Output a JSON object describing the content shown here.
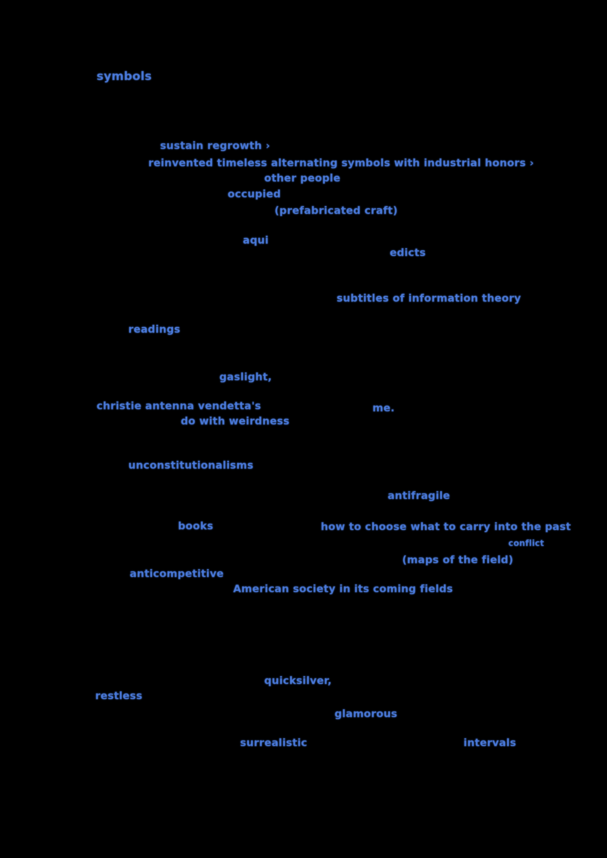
{
  "page": {
    "background_color": "#000000",
    "link_color": "#4b7de1",
    "description": "Document page rendered on black; only blue hyperlink text fragments are visible (body text invisible against background)."
  },
  "fragments": [
    {
      "text": "symbols"
    },
    {
      "text": "sustain regrowth ›"
    },
    {
      "text": "reinvented timeless alternating symbols with industrial honors ›"
    },
    {
      "text": "other people"
    },
    {
      "text": "occupied"
    },
    {
      "text": "(prefabricated craft)"
    },
    {
      "text": "aqui"
    },
    {
      "text": "edicts"
    },
    {
      "text": "subtitles of information theory"
    },
    {
      "text": "readings"
    },
    {
      "text": "gaslight,"
    },
    {
      "text": "christie antenna vendetta's"
    },
    {
      "text": "me."
    },
    {
      "text": "do with weirdness"
    },
    {
      "text": "unconstitutionalisms"
    },
    {
      "text": "antifragile"
    },
    {
      "text": "books"
    },
    {
      "text": "how to choose what to carry into the past"
    },
    {
      "text": "conflict"
    },
    {
      "text": "(maps of the field)"
    },
    {
      "text": "anticompetitive"
    },
    {
      "text": "American society in its coming fields"
    },
    {
      "text": "quicksilver,"
    },
    {
      "text": "restless"
    },
    {
      "text": "glamorous"
    },
    {
      "text": "surrealistic"
    },
    {
      "text": "intervals"
    }
  ]
}
